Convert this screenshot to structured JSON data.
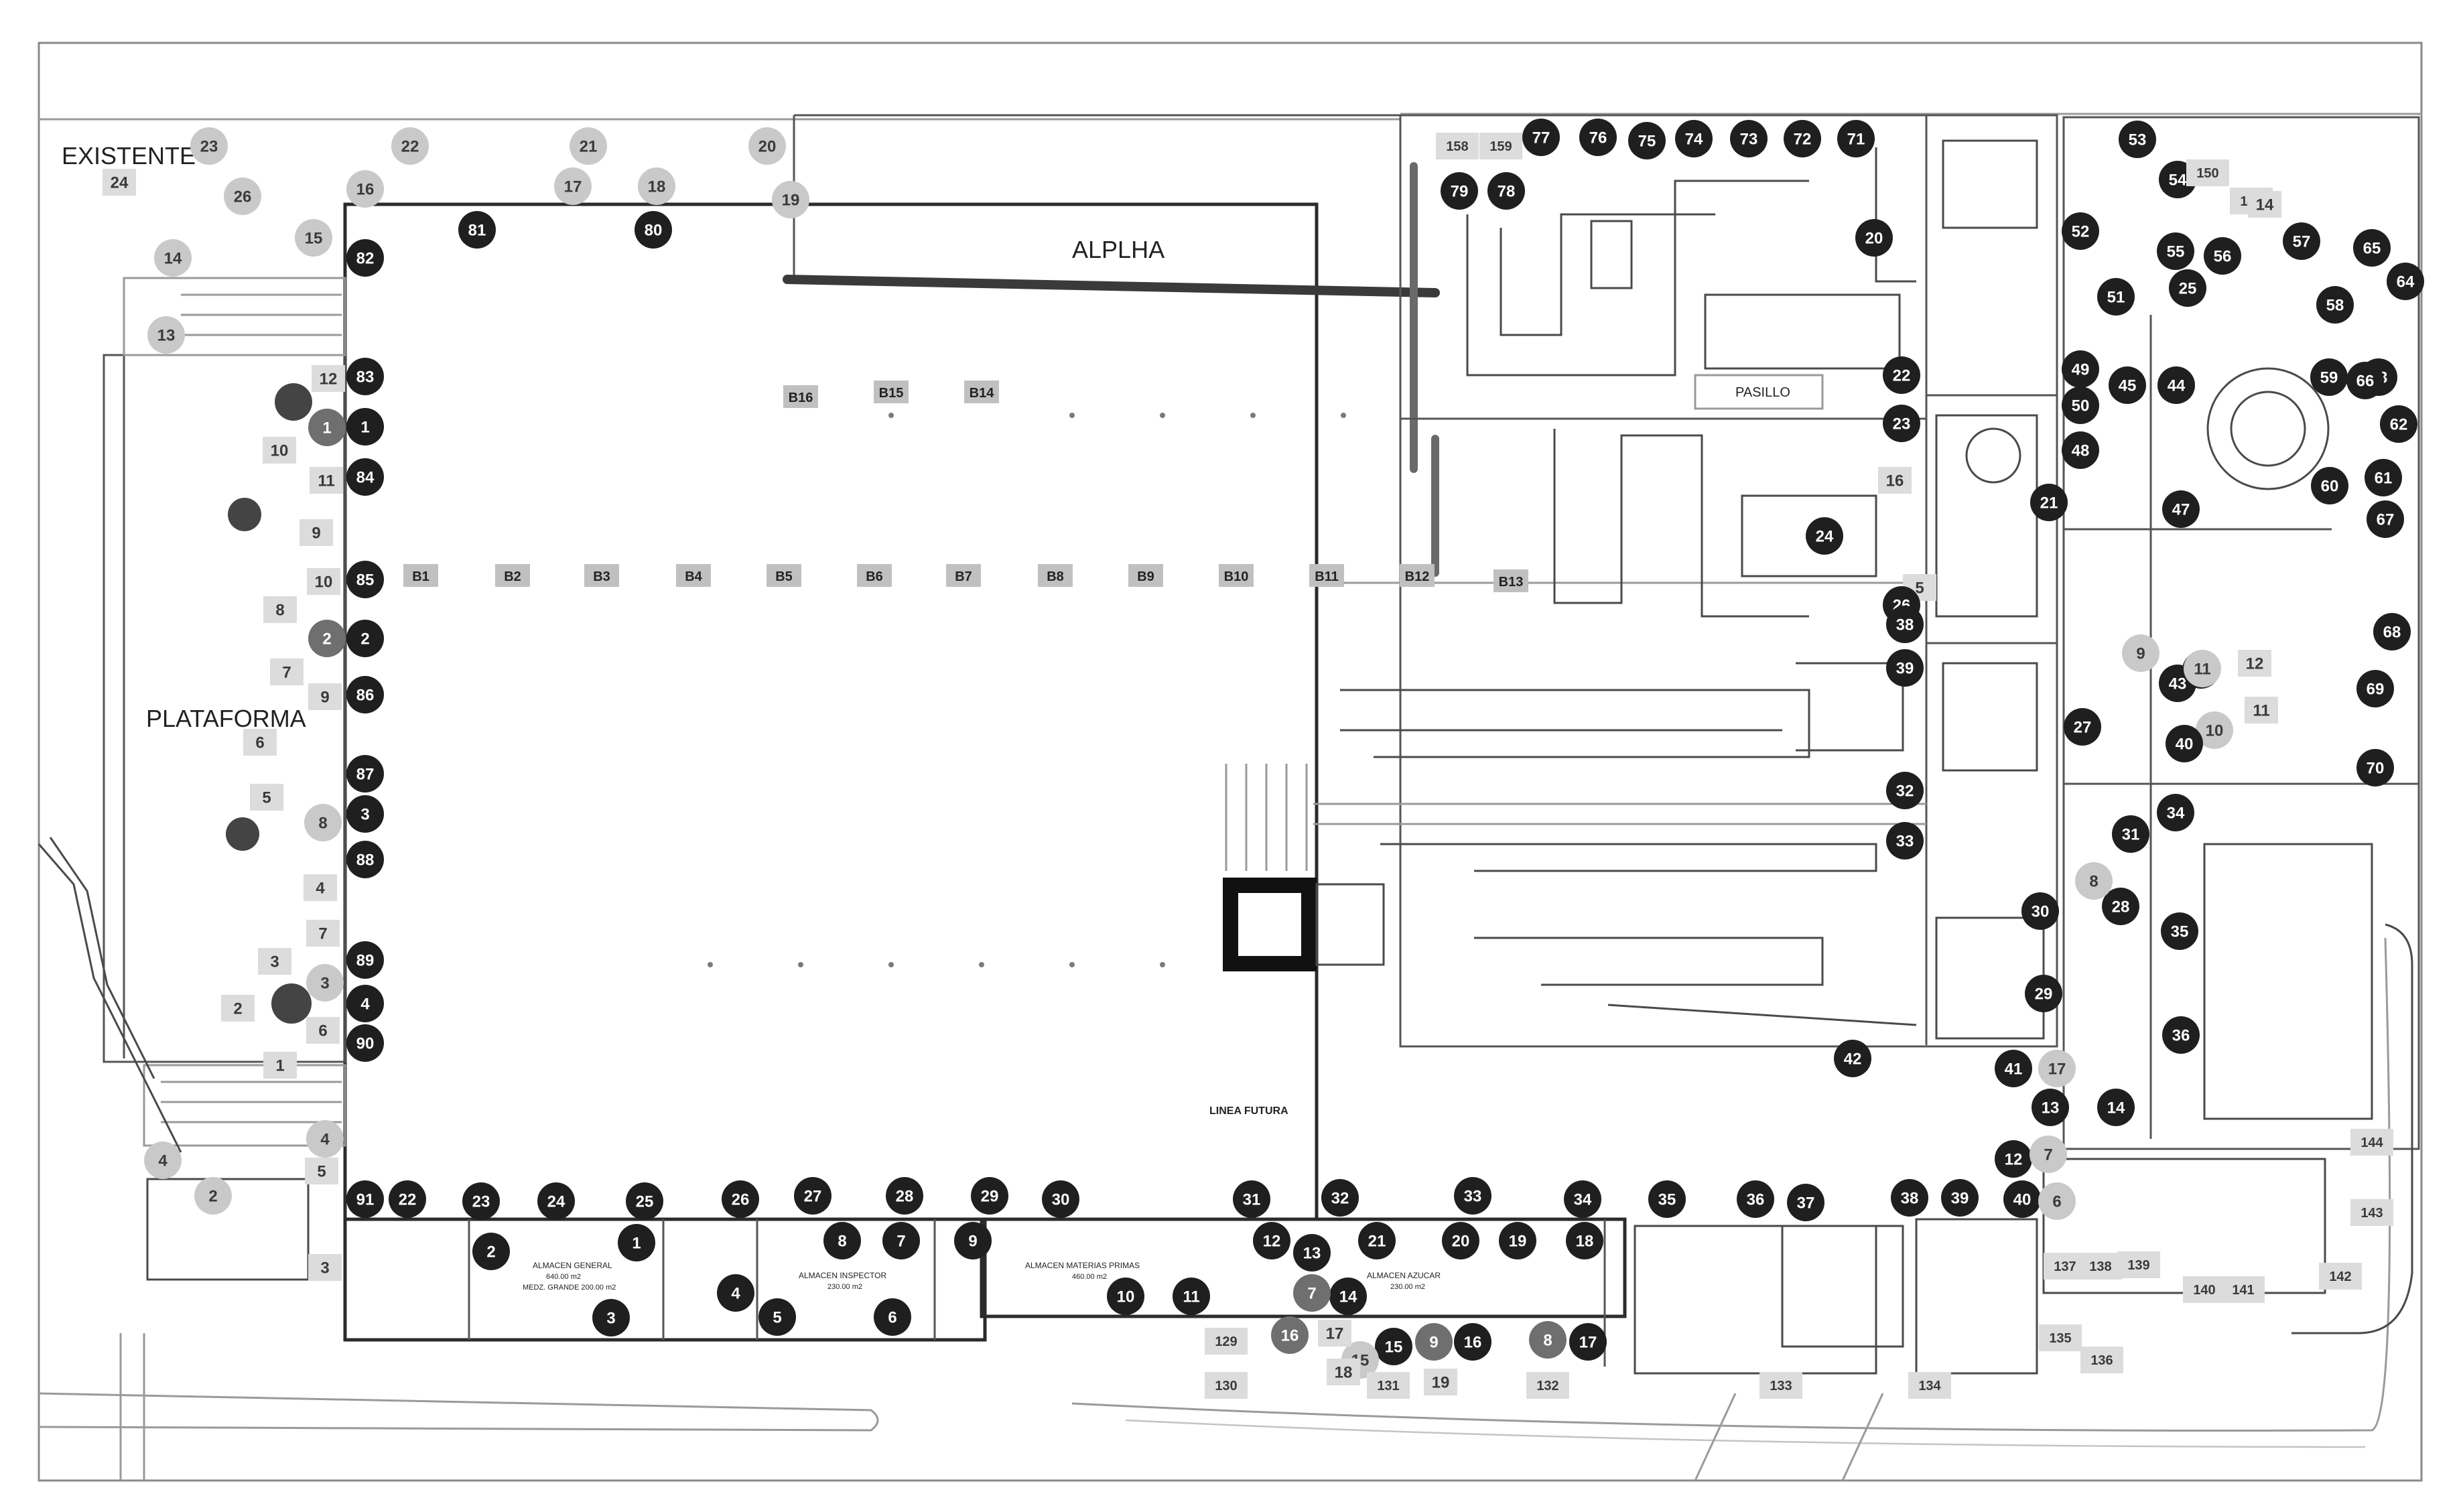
{
  "labels": {
    "existente": "EXISTENTE",
    "alplha": "ALPLHA",
    "plataforma": "PLATAFORMA",
    "pasillo": "PASILLO",
    "linea_futura": "LINEA FUTURA"
  },
  "rooms": [
    {
      "key": "almacen_general",
      "name": "ALMACEN GENERAL",
      "lines": [
        "640.00 m2",
        "MEDZ. GRANDE 200.00 m2"
      ]
    },
    {
      "key": "almacen_inspector",
      "name": "ALMACEN INSPECTOR",
      "lines": [
        "230.00 m2"
      ]
    },
    {
      "key": "almacen_materias",
      "name": "ALMACEN MATERIAS PRIMAS",
      "lines": [
        "460.00 m2"
      ]
    },
    {
      "key": "almacen_azucar",
      "name": "ALMACEN AZUCAR",
      "lines": [
        "230.00 m2"
      ]
    }
  ],
  "column_tags": [
    "B1",
    "B2",
    "B3",
    "B4",
    "B5",
    "B6",
    "B7",
    "B8",
    "B9",
    "B10",
    "B11",
    "B12",
    "B13",
    "B14",
    "B15",
    "B16"
  ],
  "markers": [
    {
      "id": "w24",
      "n": "24",
      "t": "tag"
    },
    {
      "id": "w23",
      "n": "23",
      "t": "light"
    },
    {
      "id": "w26",
      "n": "26",
      "t": "light"
    },
    {
      "id": "w22",
      "n": "22",
      "t": "light"
    },
    {
      "id": "w16",
      "n": "16",
      "t": "light"
    },
    {
      "id": "w15",
      "n": "15",
      "t": "light"
    },
    {
      "id": "w21",
      "n": "21",
      "t": "light"
    },
    {
      "id": "w17",
      "n": "17",
      "t": "light"
    },
    {
      "id": "w18",
      "n": "18",
      "t": "light"
    },
    {
      "id": "w20",
      "n": "20",
      "t": "light"
    },
    {
      "id": "w19",
      "n": "19",
      "t": "light"
    },
    {
      "id": "w14",
      "n": "14",
      "t": "light"
    },
    {
      "id": "w13",
      "n": "13",
      "t": "light"
    },
    {
      "id": "w12",
      "n": "12",
      "t": "tag"
    },
    {
      "id": "w11",
      "n": "11",
      "t": "tag"
    },
    {
      "id": "w10a",
      "n": "10",
      "t": "tag"
    },
    {
      "id": "w9a",
      "n": "9",
      "t": "tag"
    },
    {
      "id": "w10b",
      "n": "10",
      "t": "tag"
    },
    {
      "id": "w8a",
      "n": "8",
      "t": "tag"
    },
    {
      "id": "w7a",
      "n": "7",
      "t": "tag"
    },
    {
      "id": "w9b",
      "n": "9",
      "t": "tag"
    },
    {
      "id": "w6a",
      "n": "6",
      "t": "tag"
    },
    {
      "id": "w5a",
      "n": "5",
      "t": "tag"
    },
    {
      "id": "w8b",
      "n": "8",
      "t": "light"
    },
    {
      "id": "w4a",
      "n": "4",
      "t": "tag"
    },
    {
      "id": "w7b",
      "n": "7",
      "t": "tag"
    },
    {
      "id": "w3a",
      "n": "3",
      "t": "tag"
    },
    {
      "id": "w2a",
      "n": "2",
      "t": "tag"
    },
    {
      "id": "w6b",
      "n": "6",
      "t": "tag"
    },
    {
      "id": "w1a",
      "n": "1",
      "t": "tag"
    },
    {
      "id": "w1b",
      "n": "1",
      "t": "mid"
    },
    {
      "id": "w2b",
      "n": "2",
      "t": "mid"
    },
    {
      "id": "w3b",
      "n": "3",
      "t": "light"
    },
    {
      "id": "w4b",
      "n": "4",
      "t": "light"
    },
    {
      "id": "w5b",
      "n": "5",
      "t": "tag"
    },
    {
      "id": "w4c",
      "n": "4",
      "t": "light"
    },
    {
      "id": "w2c",
      "n": "2",
      "t": "light"
    },
    {
      "id": "w3c",
      "n": "3",
      "t": "tag"
    },
    {
      "id": "d81",
      "n": "81",
      "t": "dark"
    },
    {
      "id": "d80",
      "n": "80",
      "t": "dark"
    },
    {
      "id": "d82",
      "n": "82",
      "t": "dark"
    },
    {
      "id": "d83",
      "n": "83",
      "t": "dark"
    },
    {
      "id": "d1",
      "n": "1",
      "t": "dark"
    },
    {
      "id": "d84",
      "n": "84",
      "t": "dark"
    },
    {
      "id": "d85",
      "n": "85",
      "t": "dark"
    },
    {
      "id": "d2",
      "n": "2",
      "t": "dark"
    },
    {
      "id": "d86",
      "n": "86",
      "t": "dark"
    },
    {
      "id": "d87",
      "n": "87",
      "t": "dark"
    },
    {
      "id": "d3",
      "n": "3",
      "t": "dark"
    },
    {
      "id": "d88",
      "n": "88",
      "t": "dark"
    },
    {
      "id": "d89",
      "n": "89",
      "t": "dark"
    },
    {
      "id": "d4",
      "n": "4",
      "t": "dark"
    },
    {
      "id": "d90",
      "n": "90",
      "t": "dark"
    },
    {
      "id": "d91",
      "n": "91",
      "t": "dark"
    },
    {
      "id": "d22",
      "n": "22",
      "t": "dark"
    },
    {
      "id": "d23",
      "n": "23",
      "t": "dark"
    },
    {
      "id": "d24",
      "n": "24",
      "t": "dark"
    },
    {
      "id": "d25",
      "n": "25",
      "t": "dark"
    },
    {
      "id": "d26",
      "n": "26",
      "t": "dark"
    },
    {
      "id": "d27",
      "n": "27",
      "t": "dark"
    },
    {
      "id": "d28",
      "n": "28",
      "t": "dark"
    },
    {
      "id": "d29",
      "n": "29",
      "t": "dark"
    },
    {
      "id": "d30",
      "n": "30",
      "t": "dark"
    },
    {
      "id": "d31",
      "n": "31",
      "t": "dark"
    },
    {
      "id": "d32",
      "n": "32",
      "t": "dark"
    },
    {
      "id": "d33",
      "n": "33",
      "t": "dark"
    },
    {
      "id": "d34",
      "n": "34",
      "t": "dark"
    },
    {
      "id": "d35",
      "n": "35",
      "t": "dark"
    },
    {
      "id": "d36",
      "n": "36",
      "t": "dark"
    },
    {
      "id": "d37",
      "n": "37",
      "t": "dark"
    },
    {
      "id": "d38",
      "n": "38",
      "t": "dark"
    },
    {
      "id": "d39",
      "n": "39",
      "t": "dark"
    },
    {
      "id": "d40",
      "n": "40",
      "t": "dark"
    },
    {
      "id": "r2",
      "n": "2",
      "t": "dark"
    },
    {
      "id": "r1",
      "n": "1",
      "t": "dark"
    },
    {
      "id": "r3",
      "n": "3",
      "t": "dark"
    },
    {
      "id": "r4",
      "n": "4",
      "t": "dark"
    },
    {
      "id": "r5",
      "n": "5",
      "t": "dark"
    },
    {
      "id": "r6",
      "n": "6",
      "t": "dark"
    },
    {
      "id": "r7",
      "n": "7",
      "t": "dark"
    },
    {
      "id": "r8",
      "n": "8",
      "t": "dark"
    },
    {
      "id": "r9",
      "n": "9",
      "t": "dark"
    },
    {
      "id": "r10",
      "n": "10",
      "t": "dark"
    },
    {
      "id": "r11",
      "n": "11",
      "t": "dark"
    },
    {
      "id": "r12",
      "n": "12",
      "t": "dark"
    },
    {
      "id": "r13",
      "n": "13",
      "t": "dark"
    },
    {
      "id": "r21",
      "n": "21",
      "t": "dark"
    },
    {
      "id": "r20",
      "n": "20",
      "t": "dark"
    },
    {
      "id": "r19",
      "n": "19",
      "t": "dark"
    },
    {
      "id": "r18",
      "n": "18",
      "t": "dark"
    },
    {
      "id": "r14",
      "n": "14",
      "t": "dark"
    },
    {
      "id": "r7b",
      "n": "7",
      "t": "mid"
    },
    {
      "id": "r15",
      "n": "15",
      "t": "dark"
    },
    {
      "id": "r16",
      "n": "16",
      "t": "dark"
    },
    {
      "id": "r17",
      "n": "17",
      "t": "dark"
    },
    {
      "id": "r16b",
      "n": "16",
      "t": "mid"
    },
    {
      "id": "r15b",
      "n": "15",
      "t": "light"
    },
    {
      "id": "r9b",
      "n": "9",
      "t": "mid"
    },
    {
      "id": "r8b",
      "n": "8",
      "t": "mid"
    },
    {
      "id": "r42",
      "n": "42",
      "t": "dark"
    },
    {
      "id": "t129",
      "n": "129",
      "t": "tag"
    },
    {
      "id": "t130",
      "n": "130",
      "t": "tag"
    },
    {
      "id": "t17",
      "n": "17",
      "t": "tag"
    },
    {
      "id": "t18",
      "n": "18",
      "t": "tag"
    },
    {
      "id": "t131",
      "n": "131",
      "t": "tag"
    },
    {
      "id": "t19",
      "n": "19",
      "t": "tag"
    },
    {
      "id": "t132",
      "n": "132",
      "t": "tag"
    },
    {
      "id": "t133",
      "n": "133",
      "t": "tag"
    },
    {
      "id": "t134",
      "n": "134",
      "t": "tag"
    },
    {
      "id": "t135",
      "n": "135",
      "t": "tag"
    },
    {
      "id": "t136",
      "n": "136",
      "t": "tag"
    },
    {
      "id": "t137",
      "n": "137",
      "t": "tag"
    },
    {
      "id": "t138",
      "n": "138",
      "t": "tag"
    },
    {
      "id": "t139",
      "n": "139",
      "t": "tag"
    },
    {
      "id": "t140",
      "n": "140",
      "t": "tag"
    },
    {
      "id": "t141",
      "n": "141",
      "t": "tag"
    },
    {
      "id": "t142",
      "n": "142",
      "t": "tag"
    },
    {
      "id": "t143",
      "n": "143",
      "t": "tag"
    },
    {
      "id": "t144",
      "n": "144",
      "t": "tag"
    },
    {
      "id": "t158",
      "n": "158",
      "t": "tag"
    },
    {
      "id": "t159",
      "n": "159",
      "t": "tag"
    },
    {
      "id": "n77",
      "n": "77",
      "t": "dark"
    },
    {
      "id": "n76",
      "n": "76",
      "t": "dark"
    },
    {
      "id": "n75",
      "n": "75",
      "t": "dark"
    },
    {
      "id": "n74",
      "n": "74",
      "t": "dark"
    },
    {
      "id": "n73",
      "n": "73",
      "t": "dark"
    },
    {
      "id": "n72",
      "n": "72",
      "t": "dark"
    },
    {
      "id": "n71",
      "n": "71",
      "t": "dark"
    },
    {
      "id": "n79",
      "n": "79",
      "t": "dark"
    },
    {
      "id": "n78",
      "n": "78",
      "t": "dark"
    },
    {
      "id": "n20",
      "n": "20",
      "t": "dark"
    },
    {
      "id": "n22",
      "n": "22",
      "t": "dark"
    },
    {
      "id": "n23",
      "n": "23",
      "t": "dark"
    },
    {
      "id": "n24",
      "n": "24",
      "t": "dark"
    },
    {
      "id": "n16",
      "n": "16",
      "t": "tag"
    },
    {
      "id": "n5",
      "n": "5",
      "t": "tag"
    },
    {
      "id": "n26",
      "n": "26",
      "t": "dark"
    },
    {
      "id": "n32",
      "n": "32",
      "t": "dark"
    },
    {
      "id": "n33",
      "n": "33",
      "t": "dark"
    },
    {
      "id": "n38",
      "n": "38",
      "t": "dark"
    },
    {
      "id": "n39",
      "n": "39",
      "t": "dark"
    },
    {
      "id": "n53",
      "n": "53",
      "t": "dark"
    },
    {
      "id": "n54",
      "n": "54",
      "t": "dark"
    },
    {
      "id": "n52",
      "n": "52",
      "t": "dark"
    },
    {
      "id": "n51",
      "n": "51",
      "t": "dark"
    },
    {
      "id": "n57",
      "n": "57",
      "t": "dark"
    },
    {
      "id": "n58",
      "n": "58",
      "t": "dark"
    },
    {
      "id": "n55",
      "n": "55",
      "t": "dark"
    },
    {
      "id": "n56",
      "n": "56",
      "t": "dark"
    },
    {
      "id": "n63",
      "n": "63",
      "t": "dark"
    },
    {
      "id": "n64",
      "n": "64",
      "t": "dark"
    },
    {
      "id": "n65",
      "n": "65",
      "t": "dark"
    },
    {
      "id": "n66",
      "n": "66",
      "t": "dark"
    },
    {
      "id": "n67",
      "n": "67",
      "t": "dark"
    },
    {
      "id": "n68",
      "n": "68",
      "t": "dark"
    },
    {
      "id": "n69",
      "n": "69",
      "t": "dark"
    },
    {
      "id": "n70",
      "n": "70",
      "t": "dark"
    },
    {
      "id": "n59",
      "n": "59",
      "t": "dark"
    },
    {
      "id": "n60",
      "n": "60",
      "t": "dark"
    },
    {
      "id": "n61",
      "n": "61",
      "t": "dark"
    },
    {
      "id": "n62",
      "n": "62",
      "t": "dark"
    },
    {
      "id": "n47",
      "n": "47",
      "t": "dark"
    },
    {
      "id": "n48",
      "n": "48",
      "t": "dark"
    },
    {
      "id": "n49",
      "n": "49",
      "t": "dark"
    },
    {
      "id": "n50",
      "n": "50",
      "t": "dark"
    },
    {
      "id": "n44",
      "n": "44",
      "t": "dark"
    },
    {
      "id": "n45",
      "n": "45",
      "t": "dark"
    },
    {
      "id": "n41",
      "n": "41",
      "t": "dark"
    },
    {
      "id": "n43",
      "n": "43",
      "t": "dark"
    },
    {
      "id": "n21",
      "n": "21",
      "t": "dark"
    },
    {
      "id": "n27",
      "n": "27",
      "t": "dark"
    },
    {
      "id": "n28",
      "n": "28",
      "t": "dark"
    },
    {
      "id": "n29",
      "n": "29",
      "t": "dark"
    },
    {
      "id": "n30",
      "n": "30",
      "t": "dark"
    },
    {
      "id": "n31",
      "n": "31",
      "t": "dark"
    },
    {
      "id": "n34",
      "n": "34",
      "t": "dark"
    },
    {
      "id": "n35",
      "n": "35",
      "t": "dark"
    },
    {
      "id": "n36",
      "n": "36",
      "t": "dark"
    },
    {
      "id": "n37",
      "n": "37",
      "t": "dark"
    },
    {
      "id": "n14",
      "n": "14",
      "t": "dark"
    },
    {
      "id": "n13",
      "n": "13",
      "t": "dark"
    },
    {
      "id": "n12",
      "n": "12",
      "t": "dark"
    },
    {
      "id": "n11",
      "n": "11",
      "t": "light"
    },
    {
      "id": "n10",
      "n": "10",
      "t": "light"
    },
    {
      "id": "n9",
      "n": "9",
      "t": "light"
    },
    {
      "id": "n8",
      "n": "8",
      "t": "light"
    },
    {
      "id": "n7",
      "n": "7",
      "t": "light"
    },
    {
      "id": "n6",
      "n": "6",
      "t": "light"
    },
    {
      "id": "n40",
      "n": "40",
      "t": "dark"
    },
    {
      "id": "n17",
      "n": "17",
      "t": "light"
    },
    {
      "id": "n149",
      "n": "149",
      "t": "tag"
    },
    {
      "id": "n150",
      "n": "150",
      "t": "tag"
    },
    {
      "id": "n14t",
      "n": "14",
      "t": "tag"
    },
    {
      "id": "n12t",
      "n": "12",
      "t": "tag"
    },
    {
      "id": "n11t",
      "n": "11",
      "t": "tag"
    },
    {
      "id": "n25",
      "n": "25",
      "t": "dark"
    }
  ]
}
